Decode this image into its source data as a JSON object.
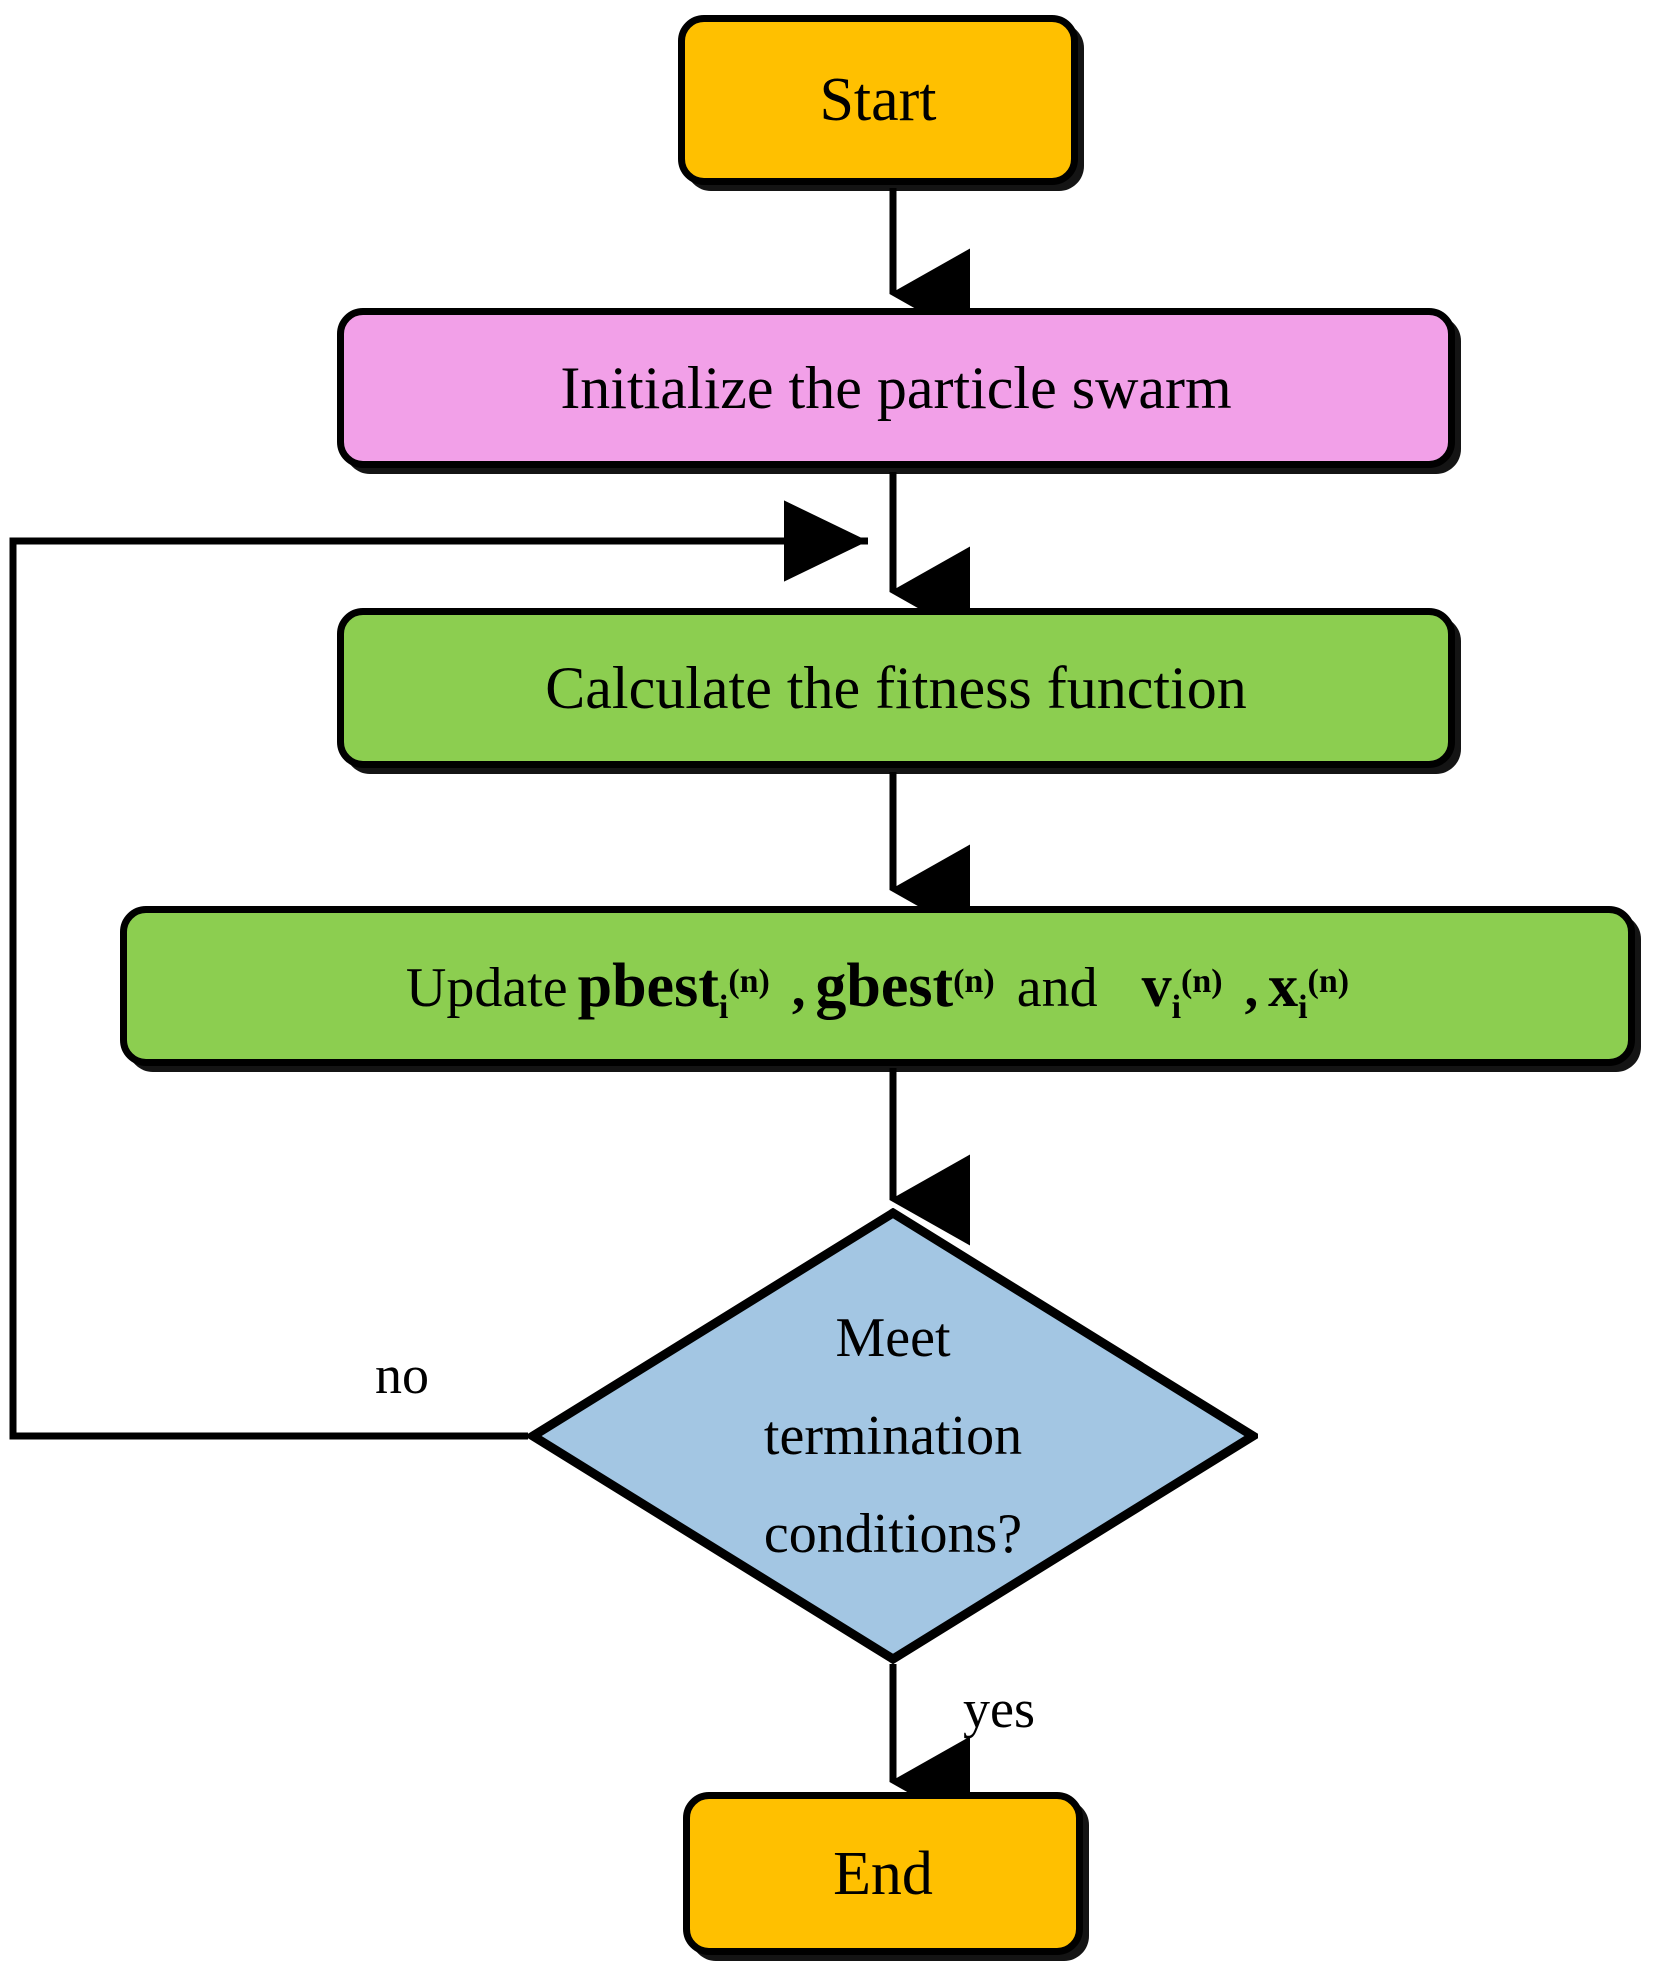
{
  "diagram": {
    "title": "Particle Swarm Optimization flowchart",
    "type": "flowchart",
    "background": "#FFFFFF",
    "colors": {
      "terminal": "#FFC000",
      "initialize": "#F2A0E8",
      "process": "#8CCE50",
      "decision": "#A3C6E3",
      "stroke": "#000000",
      "text": "#000000"
    }
  },
  "nodes": {
    "start": {
      "label": "Start",
      "shape": "rounded-rectangle",
      "color": "#FFC000"
    },
    "initialize": {
      "label": "Initialize the particle swarm",
      "shape": "rounded-rectangle",
      "color": "#F2A0E8"
    },
    "fitness": {
      "label": "Calculate the fitness function",
      "shape": "rounded-rectangle",
      "color": "#8CCE50"
    },
    "update": {
      "label": "Update pbest_i^(n) , gbest^(n) and  v_i^(n) , x_i^(n)",
      "shape": "rounded-rectangle",
      "color": "#8CCE50",
      "parts": {
        "verb": "Update",
        "pbest": "pbest",
        "pbest_sub": "i",
        "pbest_sup": "(n)",
        "comma1": ",",
        "gbest": "gbest",
        "gbest_sup": "(n)",
        "conj": "and",
        "v": "v",
        "v_sub": "i",
        "v_sup": "(n)",
        "comma2": ",",
        "x": "x",
        "x_sub": "i",
        "x_sup": "(n)"
      }
    },
    "decision": {
      "shape": "diamond",
      "color": "#A3C6E3",
      "lines": [
        "Meet",
        "termination",
        "conditions?"
      ]
    },
    "end": {
      "label": "End",
      "shape": "rounded-rectangle",
      "color": "#FFC000"
    }
  },
  "edges": [
    {
      "from": "start",
      "to": "initialize",
      "label": ""
    },
    {
      "from": "initialize",
      "to": "fitness",
      "label": ""
    },
    {
      "from": "fitness",
      "to": "update",
      "label": ""
    },
    {
      "from": "update",
      "to": "decision",
      "label": ""
    },
    {
      "from": "decision",
      "to": "fitness",
      "label": "no"
    },
    {
      "from": "decision",
      "to": "end",
      "label": "yes"
    }
  ],
  "labels": {
    "no": "no",
    "yes": "yes"
  }
}
